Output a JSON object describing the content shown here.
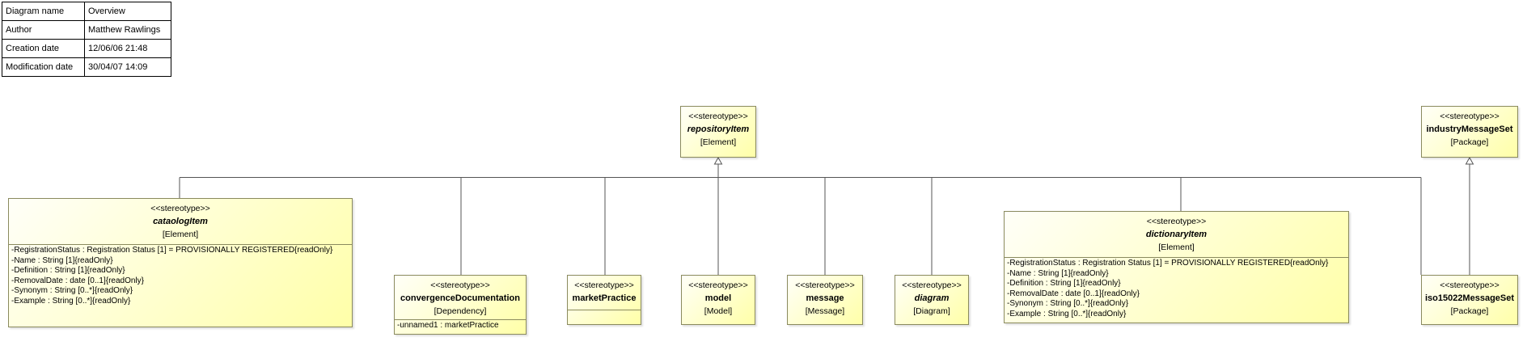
{
  "info": [
    {
      "label": "Diagram name",
      "value": "Overview"
    },
    {
      "label": "Author",
      "value": "Matthew Rawlings"
    },
    {
      "label": "Creation date",
      "value": "12/06/06 21:48"
    },
    {
      "label": "Modification date",
      "value": "30/04/07 14:09"
    }
  ],
  "stereotype": "<<stereotype>>",
  "classes": {
    "repositoryItem": {
      "name": "repositoryItem",
      "meta": "[Element]"
    },
    "industryMessageSet": {
      "name": "industryMessageSet",
      "meta": "[Package]"
    },
    "cataologItem": {
      "name": "cataologItem",
      "meta": "[Element]",
      "attributes": [
        "-RegistrationStatus : Registration Status [1] = PROVISIONALLY REGISTERED{readOnly}",
        "-Name : String [1]{readOnly}",
        "-Definition : String [1]{readOnly}",
        "-RemovalDate : date [0..1]{readOnly}",
        "-Synonym : String [0..*]{readOnly}",
        "-Example : String [0..*]{readOnly}"
      ]
    },
    "convergenceDocumentation": {
      "name": "convergenceDocumentation",
      "meta": "[Dependency]",
      "attributes": [
        "-unnamed1 : marketPractice"
      ]
    },
    "marketPractice": {
      "name": "marketPractice"
    },
    "model": {
      "name": "model",
      "meta": "[Model]"
    },
    "message": {
      "name": "message",
      "meta": "[Message]"
    },
    "diagram": {
      "name": "diagram",
      "meta": "[Diagram]"
    },
    "dictionaryItem": {
      "name": "dictionaryItem",
      "meta": "[Element]",
      "attributes": [
        "-RegistrationStatus : Registration Status [1] = PROVISIONALLY REGISTERED{readOnly}",
        "-Name : String [1]{readOnly}",
        "-Definition : String [1]{readOnly}",
        "-RemovalDate : date [0..1]{readOnly}",
        "-Synonym : String [0..*]{readOnly}",
        "-Example : String [0..*]{readOnly}"
      ]
    },
    "iso15022MessageSet": {
      "name": "iso15022MessageSet",
      "meta": "[Package]"
    }
  }
}
